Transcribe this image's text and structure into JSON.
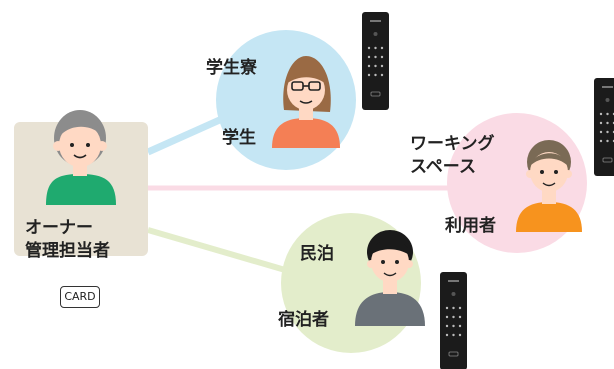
{
  "owner": {
    "title_line1": "オーナー",
    "title_line2": "管理担当者",
    "card_label": "CARD"
  },
  "nodes": {
    "dorm": {
      "place": "学生寮",
      "person": "学生"
    },
    "workspace": {
      "place_line1": "ワーキング",
      "place_line2": "スペース",
      "person": "利用者"
    },
    "minpaku": {
      "place": "民泊",
      "person": "宿泊者"
    }
  },
  "colors": {
    "owner_box": "#e8e2d4",
    "dorm_circle": "#c5e6f4",
    "workspace_circle": "#fadbe5",
    "minpaku_circle": "#e3edcb",
    "line_dorm": "#c5e6f4",
    "line_workspace": "#fadbe5",
    "line_minpaku": "#e3edcb",
    "skin": "#ffd9c4",
    "owner_shirt": "#1faa6f",
    "student_shirt": "#f47f55",
    "user_shirt": "#f7931e",
    "guest_shirt": "#6a7178",
    "lock_body": "#1b1b1b"
  },
  "icons": [
    "person-owner-icon",
    "person-student-icon",
    "person-user-icon",
    "person-guest-icon",
    "keypad-lock-icon"
  ]
}
